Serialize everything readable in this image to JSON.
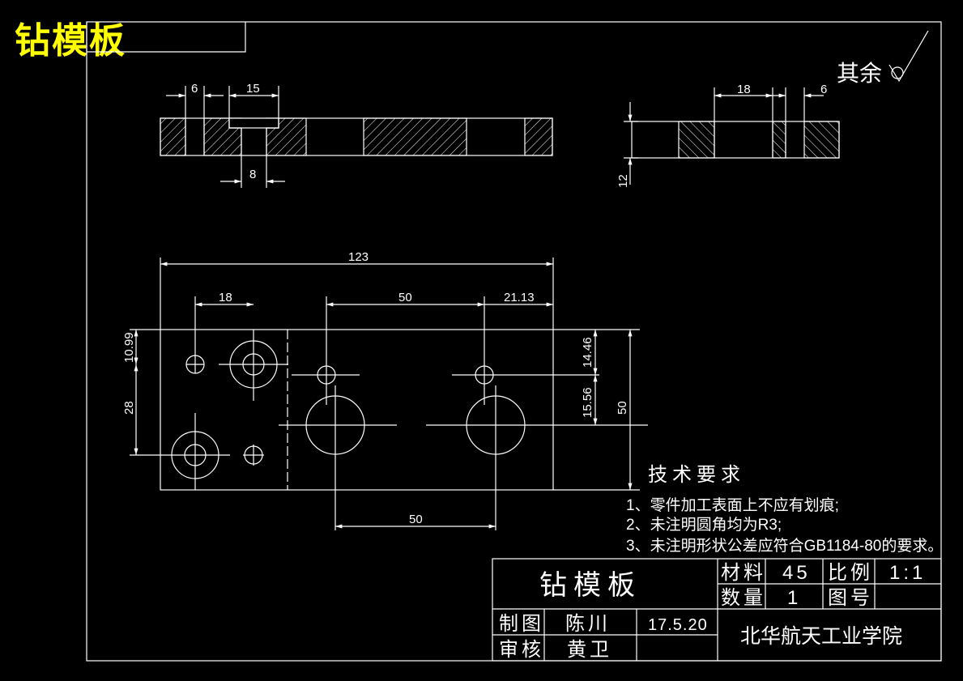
{
  "header": {
    "title": "钻模板"
  },
  "surface_finish": {
    "label": "其余"
  },
  "dimensions": {
    "top_left_a": "6",
    "top_left_b": "15",
    "top_left_bottom": "8",
    "top_right_a": "18",
    "top_right_b": "6",
    "top_right_height": "12",
    "plan_overall_width": "123",
    "plan_hole_x1": "18",
    "plan_hole_spacing_top": "50",
    "plan_hole_right_offset": "21.13",
    "plan_hole_y_top": "10.99",
    "plan_hole_y_left": "28",
    "plan_right_a": "14.46",
    "plan_right_b": "15.56",
    "plan_height": "50",
    "plan_hole_spacing_bottom": "50"
  },
  "tech_requirements": {
    "title": "技术要求",
    "items": [
      "1、零件加工表面上不应有划痕;",
      "2、未注明圆角均为R3;",
      "3、未注明形状公差应符合GB1184-80的要求。"
    ]
  },
  "title_block": {
    "part_name": "钻模板",
    "material_label": "材料",
    "material_value": "45",
    "scale_label": "比例",
    "scale_value": "1:1",
    "quantity_label": "数量",
    "quantity_value": "1",
    "drawing_no_label": "图号",
    "drawing_no_value": "",
    "drawn_label": "制图",
    "drawn_by": "陈川",
    "date": "17.5.20",
    "checked_label": "审核",
    "checked_by": "黄卫",
    "organization": "北华航天工业学院"
  }
}
